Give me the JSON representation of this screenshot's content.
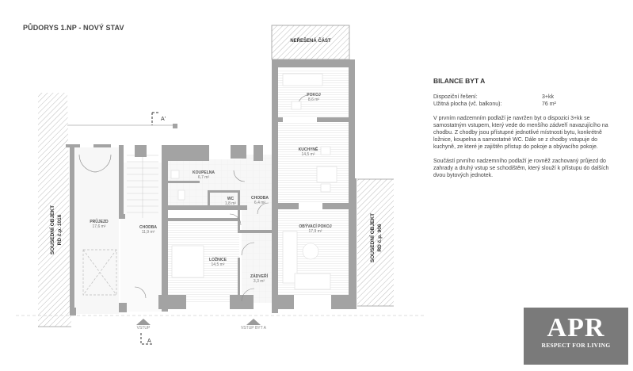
{
  "title": "PŮDORYS 1.NP - NOVÝ STAV",
  "plan": {
    "rooms": [
      {
        "name": "POKOJ",
        "area": "8,6 m²"
      },
      {
        "name": "KUCHYNĚ",
        "area": "14,5 m²"
      },
      {
        "name": "KOUPELNA",
        "area": "6,7 m²"
      },
      {
        "name": "WC",
        "area": "1,8 m²"
      },
      {
        "name": "CHODBA",
        "area": "6,4 m²"
      },
      {
        "name": "OBÝVACÍ POKOJ",
        "area": "17,9 m²"
      },
      {
        "name": "LOŽNICE",
        "area": "14,5 m²"
      },
      {
        "name": "ZÁDVEŘÍ",
        "area": "3,3 m²"
      },
      {
        "name": "PRŮJEZD",
        "area": "17,6 m²"
      },
      {
        "name": "CHODBA",
        "area": "11,9 m²"
      }
    ],
    "unresolved_part": "NEŘEŠENÁ ČÁST",
    "neighbor_left": {
      "line1": "SOUSEDNÍ OBJEKT",
      "line2": "RD č.p. 1016"
    },
    "neighbor_right": {
      "line1": "SOUSEDNÍ OBJEKT",
      "line2": "RD č.p. 906"
    },
    "section_marker_top": "A'",
    "section_marker_bottom": "A",
    "entrances": [
      {
        "label": "VSTUP"
      },
      {
        "label": "VSTUP BYT A"
      }
    ]
  },
  "balance": {
    "heading": "BILANCE BYT A",
    "rows": [
      {
        "label": "Dispoziční řešení:",
        "value": "3+kk"
      },
      {
        "label": "Užitná plocha (vč. balkonu):",
        "value": "76 m²"
      }
    ],
    "paragraph1": "V prvním nadzemním podlaží je navržen byt o dispozici 3+kk se samostatným vstupem, který vede do menšího zádveří navazujícího na chodbu. Z chodby jsou přístupné jednotlivé místnosti bytu, konkrétně ložnice, koupelna a samostatné WC. Dále se z chodby vstupuje do kuchyně, ze které je zajištěn přístup do pokoje a obývacího pokoje.",
    "paragraph2": "Součástí prvního nadzemního podlaží je rovněž zachovaný průjezd do zahrady a druhý vstup se schodištěm, který slouží k přístupu do dalších dvou bytových jednotek."
  },
  "logo": {
    "name": "APR",
    "tagline": "RESPECT FOR LIVING",
    "background": "#7a7a7a"
  },
  "colors": {
    "wall": "#a3a3a3",
    "hatch": "#bdbdbd",
    "text": "#444444"
  }
}
